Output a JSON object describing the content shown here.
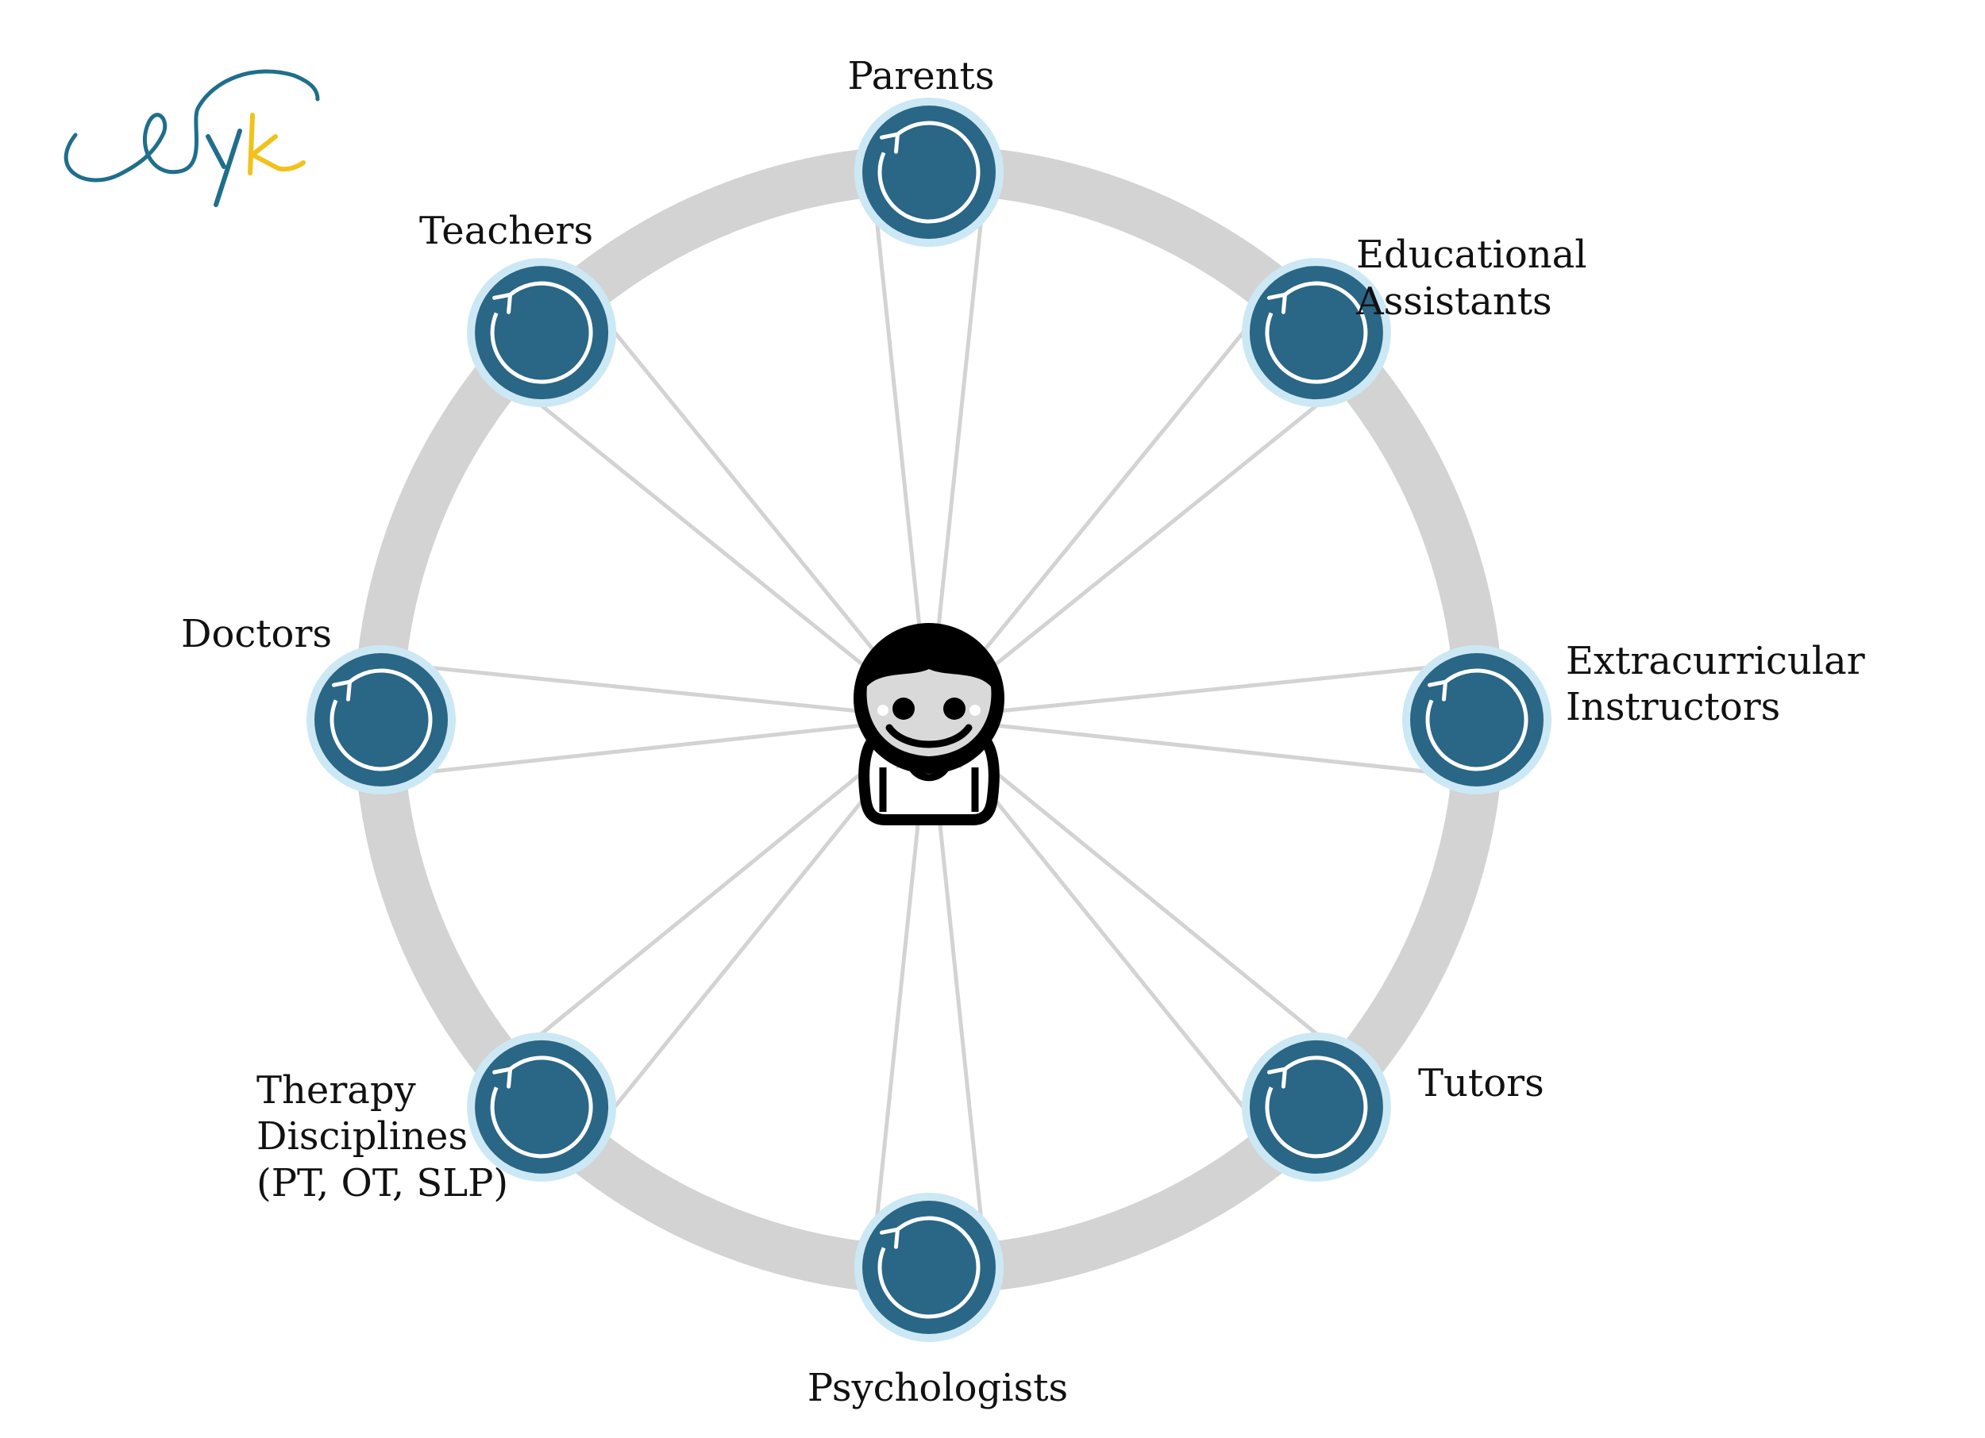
{
  "logo": {
    "text": "yk",
    "colors": {
      "stroke": "#1f6e8c",
      "y": "#1f6e8c",
      "k": "#f2c21b"
    }
  },
  "colors": {
    "ring": "#d3d3d3",
    "spoke": "#d3d3d3",
    "node_fill": "#2a6685",
    "node_halo": "#cce8f4",
    "node_icon": "#ffffff",
    "figure": "#000000"
  },
  "center": {
    "name": "child-figure",
    "icon": "smiling-child-icon"
  },
  "nodes": [
    {
      "id": "parents",
      "label_lines": [
        "Parents"
      ]
    },
    {
      "id": "educational-assistants",
      "label_lines": [
        "Educational",
        "Assistants"
      ]
    },
    {
      "id": "extracurricular-instructors",
      "label_lines": [
        "Extracurricular",
        "Instructors"
      ]
    },
    {
      "id": "tutors",
      "label_lines": [
        "Tutors"
      ]
    },
    {
      "id": "psychologists",
      "label_lines": [
        "Psychologists"
      ]
    },
    {
      "id": "therapy-disciplines",
      "label_lines": [
        "Therapy",
        "Disciplines",
        "(PT, OT, SLP)"
      ]
    },
    {
      "id": "doctors",
      "label_lines": [
        "Doctors"
      ]
    },
    {
      "id": "teachers",
      "label_lines": [
        "Teachers"
      ]
    }
  ]
}
